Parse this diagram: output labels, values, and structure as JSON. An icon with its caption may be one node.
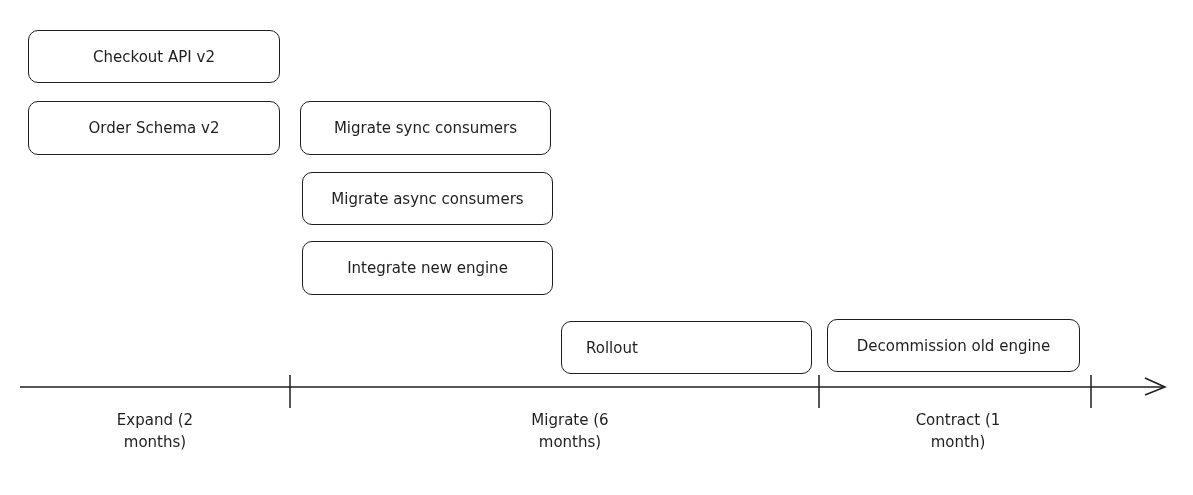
{
  "diagram": {
    "nodes": [
      {
        "text": [
          "Checkout API v2"
        ]
      },
      {
        "text": [
          "Order Schema v2"
        ]
      },
      {
        "text": [
          "Migrate sync consumers"
        ]
      },
      {
        "text": [
          "Migrate async consumers"
        ]
      },
      {
        "text": [
          "Integrate new engine"
        ]
      },
      {
        "text": [
          "Rollout"
        ]
      },
      {
        "text": [
          "Decommission old engine"
        ]
      }
    ],
    "labels": [
      "Expand (2 months)",
      "Migrate (6 months)",
      "Contract (1 month)"
    ]
  }
}
